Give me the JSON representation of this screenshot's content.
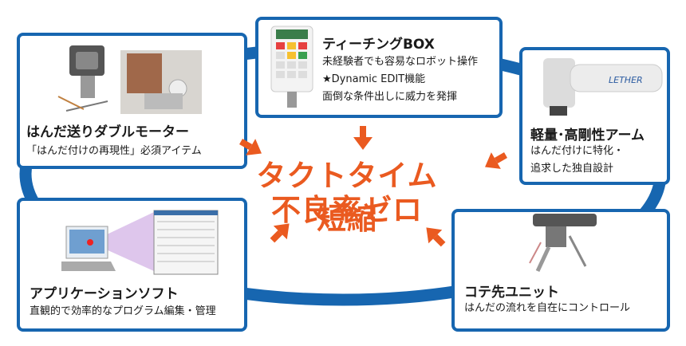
{
  "center": {
    "line1": "タクトタイム短縮",
    "line2": "不良率ゼロ"
  },
  "cards": {
    "motor": {
      "title": "はんだ送りダブルモーター",
      "desc": "「はんだ付けの再現性」必須アイテム"
    },
    "teaching": {
      "title": "ティーチングBOX",
      "line1": "未経験者でも容易なロボット操作",
      "line2": "★Dynamic EDIT機能",
      "line3": "面倒な条件出しに威力を発揮"
    },
    "arm": {
      "title": "軽量･高剛性アーム",
      "line1": "はんだ付けに特化・",
      "line2": "追求した独自設計",
      "logo": "LETHER"
    },
    "software": {
      "title": "アプリケーションソフト",
      "desc": "直観的で効率的なプログラム編集・管理"
    },
    "tip": {
      "title": "コテ先ユニット",
      "desc": "はんだの流れを自在にコントロール"
    }
  },
  "colors": {
    "ring": "#1766b0",
    "accent": "#ea5a20"
  }
}
